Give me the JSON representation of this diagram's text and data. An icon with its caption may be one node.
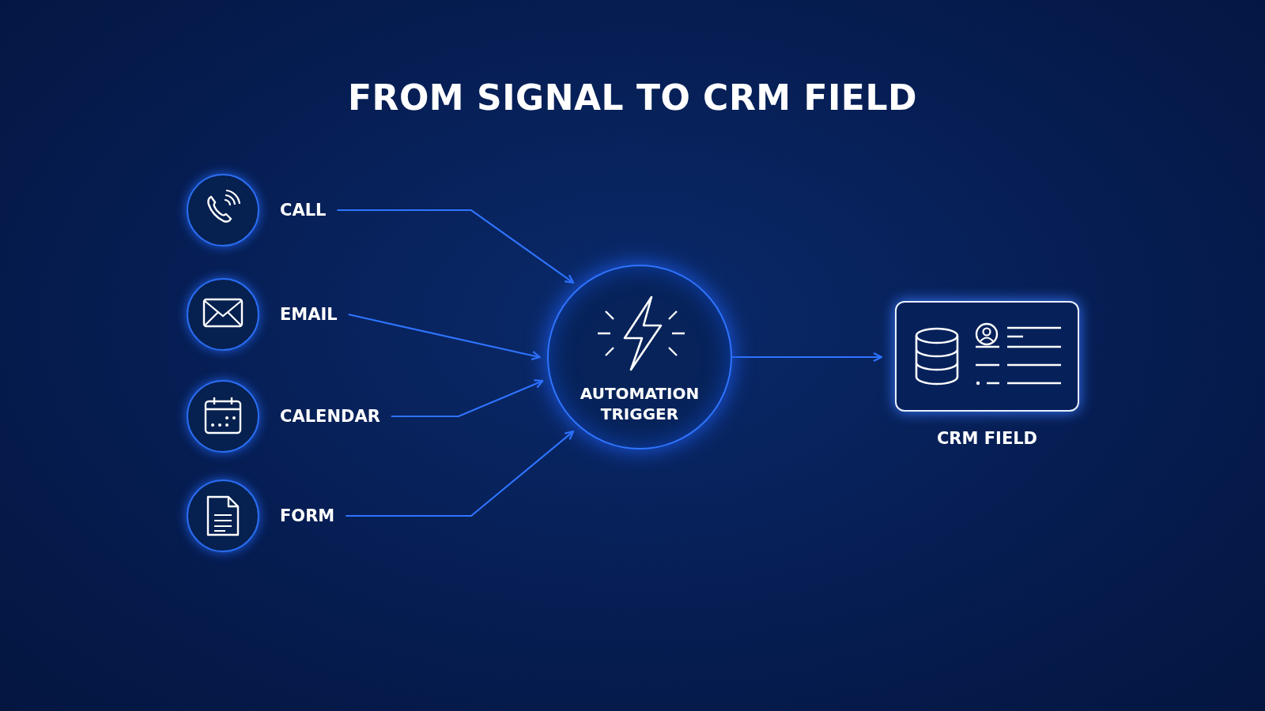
{
  "diagram": {
    "title": "FROM SIGNAL TO CRM FIELD",
    "nodes": [
      {
        "text": [
          "CALL"
        ]
      },
      {
        "text": [
          "EMAIL"
        ]
      },
      {
        "text": [
          "CALENDAR"
        ]
      },
      {
        "text": [
          "FORM"
        ]
      },
      {
        "text": [
          "AUTOMATION TRIGGER"
        ]
      },
      {
        "text": [
          "CRM FIELD"
        ]
      }
    ],
    "edges": [
      {
        "from": 0,
        "to": 4,
        "arrow": "to"
      },
      {
        "from": 1,
        "to": 4,
        "arrow": "to"
      },
      {
        "from": 2,
        "to": 4,
        "arrow": "to"
      },
      {
        "from": 3,
        "to": 4,
        "arrow": "to"
      },
      {
        "from": 4,
        "to": 5,
        "arrow": "to"
      }
    ]
  }
}
